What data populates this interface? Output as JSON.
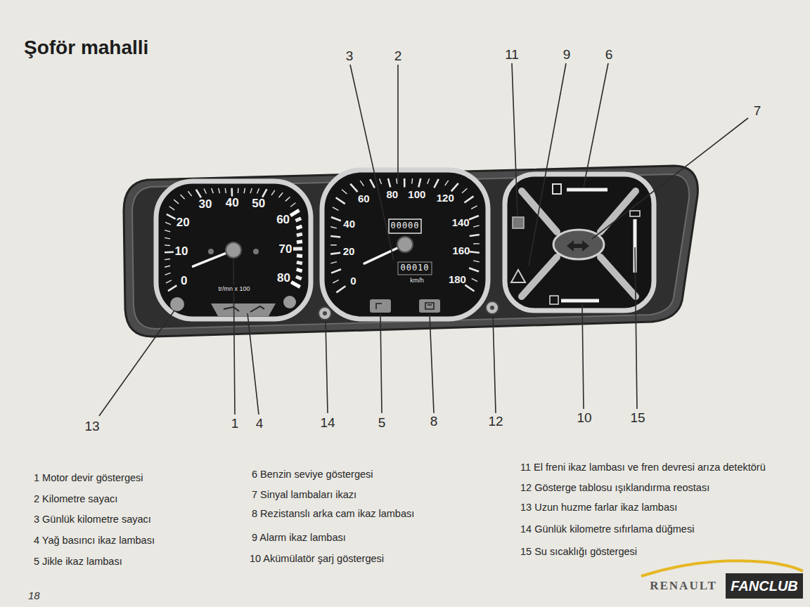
{
  "diagram": {
    "title": "Şoför mahalli",
    "labels": [
      "3",
      "2",
      "11",
      "9",
      "6",
      "7",
      "13",
      "1",
      "4",
      "14",
      "5",
      "8",
      "12",
      "10",
      "15",
      "0",
      "10",
      "20",
      "30",
      "40",
      "50",
      "60",
      "70",
      "80",
      "tr/mn x 100",
      "0",
      "20",
      "40",
      "60",
      "80",
      "100",
      "120",
      "140",
      "160",
      "180",
      "00000",
      "00010",
      "km/h",
      "1 Motor devir göstergesi",
      "2 Kilometre sayacı",
      "3 Günlük kilometre sayacı",
      "4 Yağ basıncı ikaz lambası",
      "5 Jikle ikaz lambası",
      "6 Benzin seviye göstergesi",
      "7 Sinyal lambaları ikazı",
      "8 Rezistanslı arka cam ikaz lambası",
      "9 Alarm ikaz lambası",
      "10 Akümülatör şarj göstergesi",
      "11 El freni ikaz lambası ve fren devresi arıza detektörü",
      "12 Gösterge tablosu ışıklandırma reostası",
      "13 Uzun huzme farlar ikaz lambası",
      "14 Günlük kilometre sıfırlama düğmesi",
      "15 Su sıcaklığı göstergesi",
      "18",
      "RENAULT",
      "FANCLUB"
    ]
  }
}
